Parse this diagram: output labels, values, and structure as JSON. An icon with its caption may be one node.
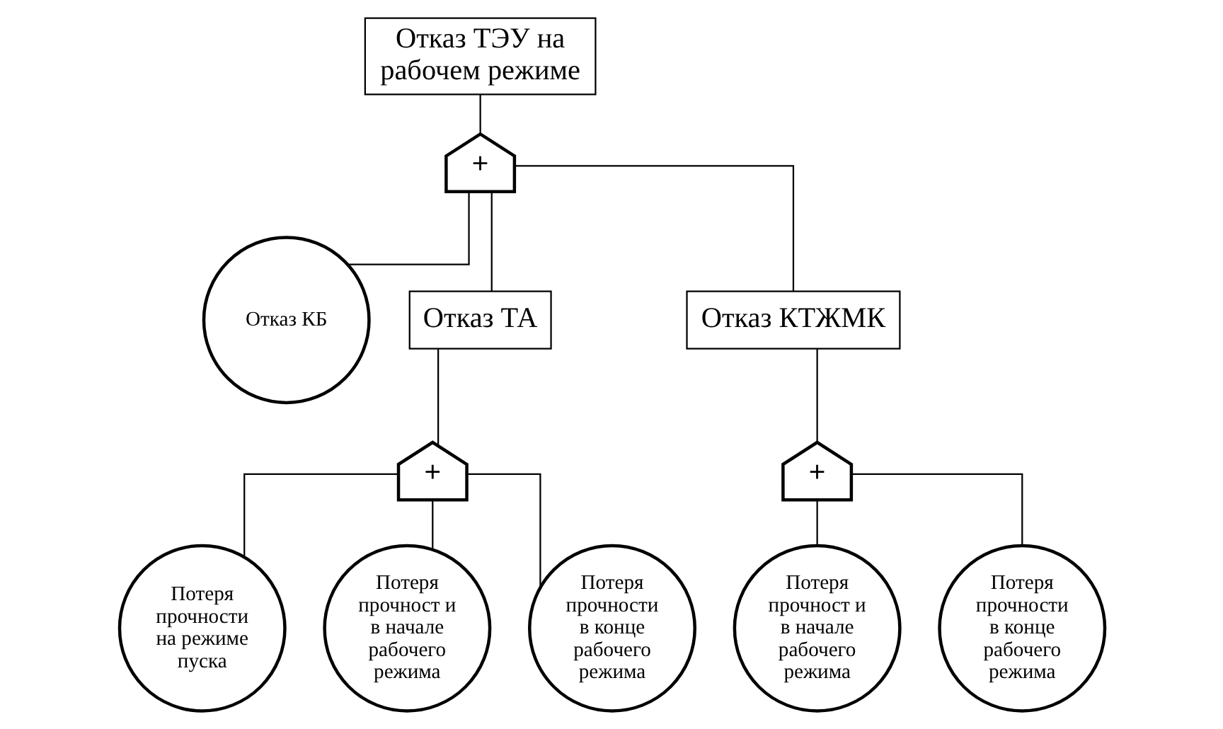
{
  "diagram": {
    "nodes": [
      {
        "text": [
          "Отказ ТЭУ на рабочем режиме"
        ]
      },
      {
        "text": [
          "+"
        ]
      },
      {
        "text": [
          "Отказ КБ"
        ]
      },
      {
        "text": [
          "Отказ ТА"
        ]
      },
      {
        "text": [
          "Отказ КТЖМК"
        ]
      },
      {
        "text": [
          "+"
        ]
      },
      {
        "text": [
          "+"
        ]
      },
      {
        "text": [
          "Потеря прочности на режиме пуска"
        ]
      },
      {
        "text": [
          "Потеря прочност и в начале рабочего режима"
        ]
      },
      {
        "text": [
          "Потеря прочности в конце рабочего режима"
        ]
      },
      {
        "text": [
          "Потеря прочност и в начале рабочего режима"
        ]
      },
      {
        "text": [
          "Потеря прочности в конце рабочего режима"
        ]
      }
    ],
    "edges": [
      {
        "from": 0,
        "to": 1,
        "arrow": "none"
      },
      {
        "from": 1,
        "to": 2,
        "arrow": "none"
      },
      {
        "from": 1,
        "to": 3,
        "arrow": "none"
      },
      {
        "from": 1,
        "to": 4,
        "arrow": "none"
      },
      {
        "from": 3,
        "to": 5,
        "arrow": "none"
      },
      {
        "from": 4,
        "to": 6,
        "arrow": "none"
      },
      {
        "from": 5,
        "to": 7,
        "arrow": "none"
      },
      {
        "from": 5,
        "to": 8,
        "arrow": "none"
      },
      {
        "from": 5,
        "to": 9,
        "arrow": "none"
      },
      {
        "from": 6,
        "to": 10,
        "arrow": "none"
      },
      {
        "from": 6,
        "to": 11,
        "arrow": "none"
      }
    ]
  }
}
